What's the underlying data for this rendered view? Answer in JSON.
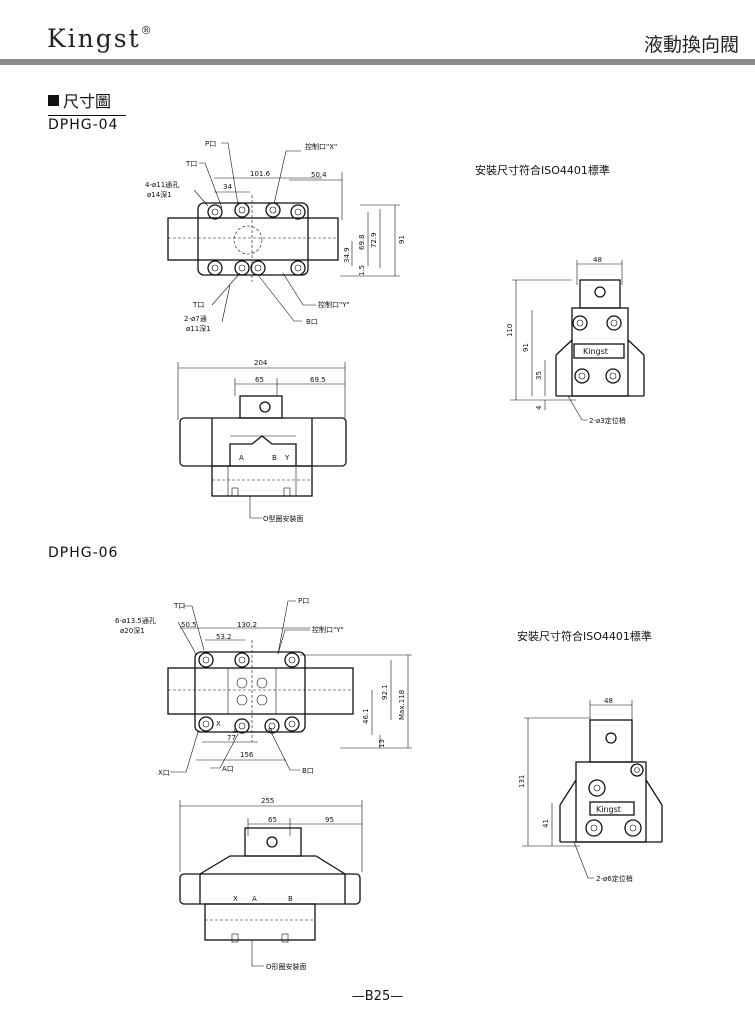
{
  "header": {
    "brand": "Kingst",
    "registered_mark": "®",
    "title": "液動換向閥"
  },
  "section": {
    "title": "尺寸圖"
  },
  "models": [
    {
      "name": "DPHG-04",
      "standard_note": "安裝尺寸符合ISO4401標準",
      "top_labels": {
        "p_port": "P口",
        "t_port_top": "T口",
        "x_port": "控制口\"X\"",
        "mount_holes": "4-ø11通孔",
        "counterbore": "ø14深1",
        "t_port_bottom": "T口",
        "pin_holes": "2-ø7通",
        "pin_counterbore": "ø11深1",
        "y_port": "控制口\"Y\"",
        "b_port": "B口"
      },
      "top_dims": {
        "d1": "101.6",
        "d2": "50.4",
        "d3": "34",
        "v1": "91",
        "v2": "72.9",
        "v3": "69.8",
        "v4": "34.9",
        "v5": "1.5"
      },
      "front_dims": {
        "w": "204",
        "w1": "65",
        "w2": "69.5"
      },
      "front_labels": {
        "port_a": "A",
        "port_b": "B",
        "port_y": "Y",
        "oring": "O型圈安裝面"
      },
      "side_dims": {
        "w": "48",
        "h1": "110",
        "h2": "91",
        "h3": "35",
        "h4": "4"
      },
      "side_labels": {
        "plate": "Kingst",
        "pins": "2-ø3定位梢"
      }
    },
    {
      "name": "DPHG-06",
      "standard_note": "安裝尺寸符合ISO4401標準",
      "top_labels": {
        "t_port": "T口",
        "p_port": "P口",
        "mount_holes": "6-ø13.5通孔",
        "counterbore": "ø20深1",
        "y_port": "控制口\"Y\"",
        "x_port": "X口",
        "a_port": "A口",
        "b_port": "B口",
        "mark_x": "X",
        "mark_a": "A",
        "mark_b": "B"
      },
      "top_dims": {
        "d1": "50.5",
        "d2": "130.2",
        "d3": "53.2",
        "d4": "77",
        "d5": "156",
        "v1": "Max.118",
        "v2": "92.1",
        "v3": "46.1",
        "v4": "13"
      },
      "front_dims": {
        "w": "255",
        "w1": "65",
        "w2": "95"
      },
      "front_labels": {
        "port_x": "X",
        "port_a": "A",
        "port_b": "B",
        "oring": "O形圈安裝面"
      },
      "side_dims": {
        "w": "48",
        "h1": "131",
        "h2": "41"
      },
      "side_labels": {
        "plate": "Kingst",
        "pins": "2-ø6定位梢"
      }
    }
  ],
  "footer": {
    "page": "B25"
  }
}
